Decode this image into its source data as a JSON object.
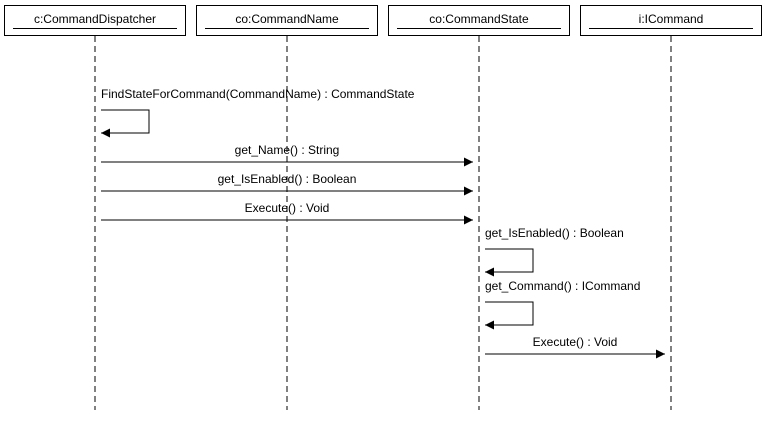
{
  "lifelines": [
    {
      "id": "dispatcher",
      "label": "c:CommandDispatcher"
    },
    {
      "id": "name",
      "label": "co:CommandName"
    },
    {
      "id": "state",
      "label": "co:CommandState"
    },
    {
      "id": "icommand",
      "label": "i:ICommand"
    }
  ],
  "messages": [
    {
      "kind": "self",
      "from": "dispatcher",
      "label": "FindStateForCommand(CommandName) : CommandState"
    },
    {
      "kind": "call",
      "from": "dispatcher",
      "to": "state",
      "label": "get_Name() : String"
    },
    {
      "kind": "call",
      "from": "dispatcher",
      "to": "state",
      "label": "get_IsEnabled() : Boolean"
    },
    {
      "kind": "call",
      "from": "dispatcher",
      "to": "state",
      "label": "Execute() : Void"
    },
    {
      "kind": "self",
      "from": "state",
      "label": "get_IsEnabled() : Boolean"
    },
    {
      "kind": "self",
      "from": "state",
      "label": "get_Command() : ICommand"
    },
    {
      "kind": "call",
      "from": "state",
      "to": "icommand",
      "label": "Execute() : Void"
    }
  ]
}
